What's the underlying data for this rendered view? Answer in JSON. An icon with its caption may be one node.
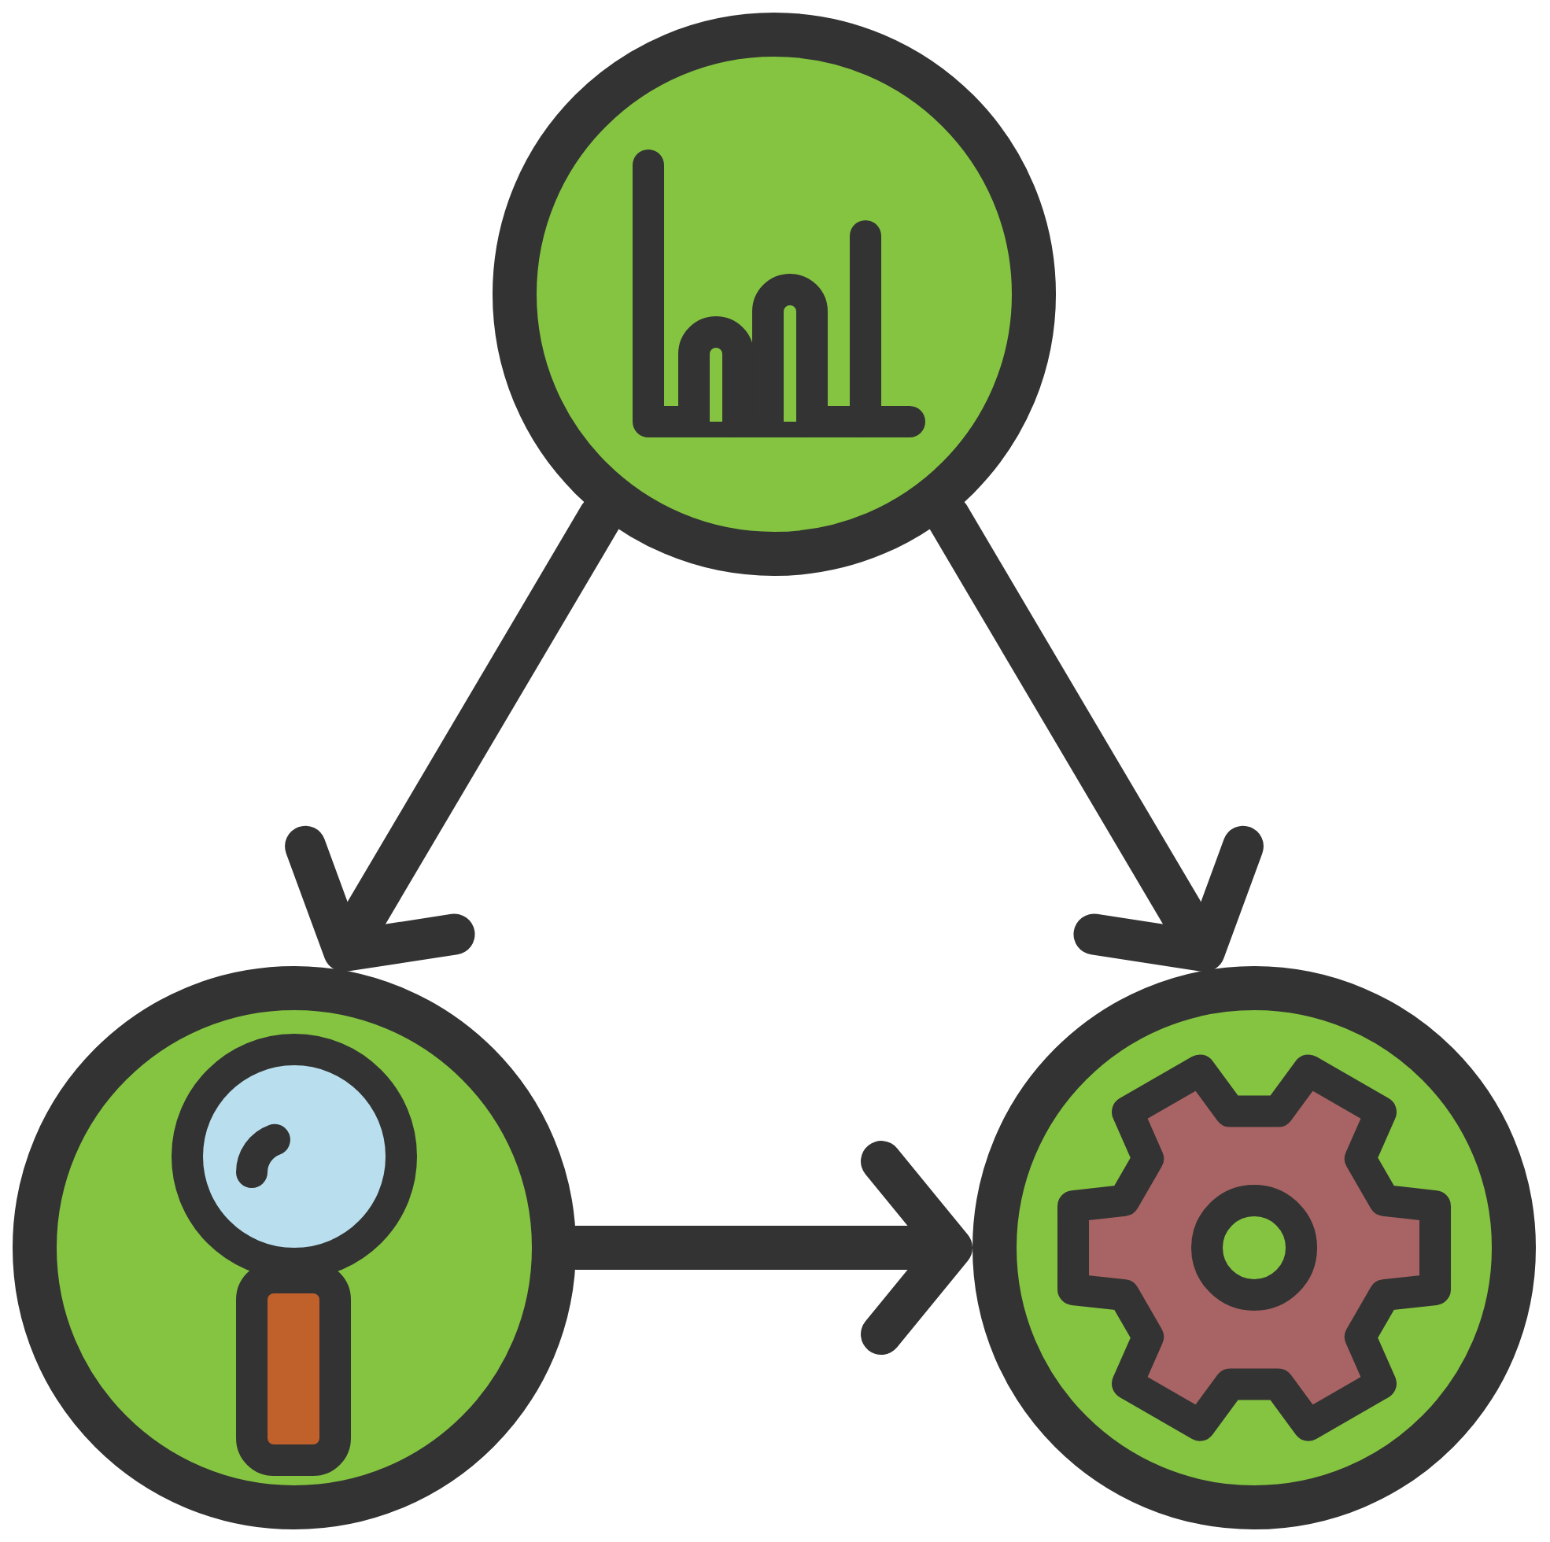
{
  "diagram": {
    "nodes": [
      {
        "text": [],
        "shape": "circle"
      },
      {
        "text": [],
        "shape": "circle"
      },
      {
        "text": [],
        "shape": "circle"
      }
    ],
    "edges": [
      {
        "from": 0,
        "to": 1,
        "arrow": "to"
      },
      {
        "from": 0,
        "to": 2,
        "arrow": "to"
      },
      {
        "from": 1,
        "to": 2,
        "arrow": "to"
      }
    ]
  }
}
